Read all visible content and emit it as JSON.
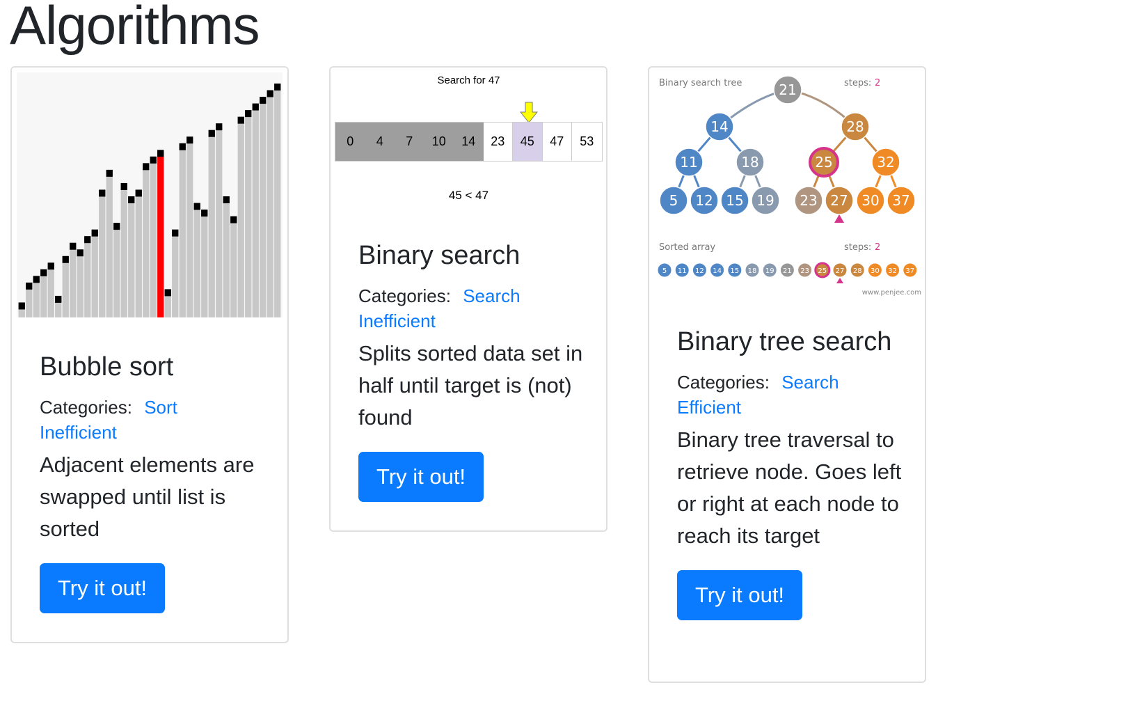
{
  "page": {
    "title": "Algorithms"
  },
  "cards": [
    {
      "title": "Bubble sort",
      "categories_label": "Categories:",
      "categories": [
        "Sort",
        "Inefficient"
      ],
      "description": "Adjacent elements are swapped until list is sorted",
      "button": "Try it out!",
      "image": {
        "bars": [
          1,
          4,
          5,
          6,
          7,
          2,
          8,
          10,
          9,
          11,
          12,
          18,
          21,
          13,
          19,
          17,
          18,
          22,
          23,
          24,
          3,
          12,
          25,
          26,
          16,
          15,
          27,
          28,
          17,
          14,
          29,
          30,
          31,
          32,
          33,
          34
        ],
        "highlight_index": 19,
        "colors": {
          "bar": "#c8c8c8",
          "marker": "#000000",
          "highlight": "#ff0000",
          "bg": "#f7f7f7"
        }
      }
    },
    {
      "title": "Binary search",
      "categories_label": "Categories:",
      "categories": [
        "Search",
        "Inefficient"
      ],
      "description": "Splits sorted data set in half until target is (not) found",
      "button": "Try it out!",
      "image": {
        "heading": "Search for 47",
        "cells": [
          "0",
          "4",
          "7",
          "10",
          "14",
          "23",
          "45",
          "47",
          "53"
        ],
        "eliminated_count": 5,
        "current_index": 6,
        "comparison": "45 < 47",
        "colors": {
          "eliminated": "#9e9e9e",
          "current": "#d8d0ea",
          "arrow": "#ffff00"
        }
      }
    },
    {
      "title": "Binary tree search",
      "categories_label": "Categories:",
      "categories": [
        "Search",
        "Efficient"
      ],
      "description": "Binary tree traversal to retrieve node. Goes left or right at each node to reach its target",
      "button": "Try it out!",
      "image": {
        "tree_label": "Binary search tree",
        "steps_label": "steps:",
        "steps_value": "2",
        "array_label": "Sorted array",
        "array_steps_label": "steps:",
        "array_steps_value": "2",
        "credit": "www.penjee.com",
        "tree": {
          "root": "21",
          "level1": [
            "14",
            "28"
          ],
          "level2": [
            "11",
            "18",
            "25",
            "32"
          ],
          "level3": [
            "5",
            "12",
            "15",
            "19",
            "23",
            "27",
            "30",
            "37"
          ]
        },
        "array": [
          "5",
          "11",
          "12",
          "14",
          "15",
          "18",
          "19",
          "21",
          "23",
          "25",
          "27",
          "28",
          "30",
          "32",
          "37"
        ],
        "highlight": "25",
        "pointer": "27",
        "colors": {
          "blue": "#4f86c6",
          "slate": "#8a9aae",
          "gray": "#979797",
          "tan": "#b09680",
          "brown": "#c98740",
          "orange": "#f08a24",
          "pink": "#d6338a"
        }
      }
    }
  ]
}
